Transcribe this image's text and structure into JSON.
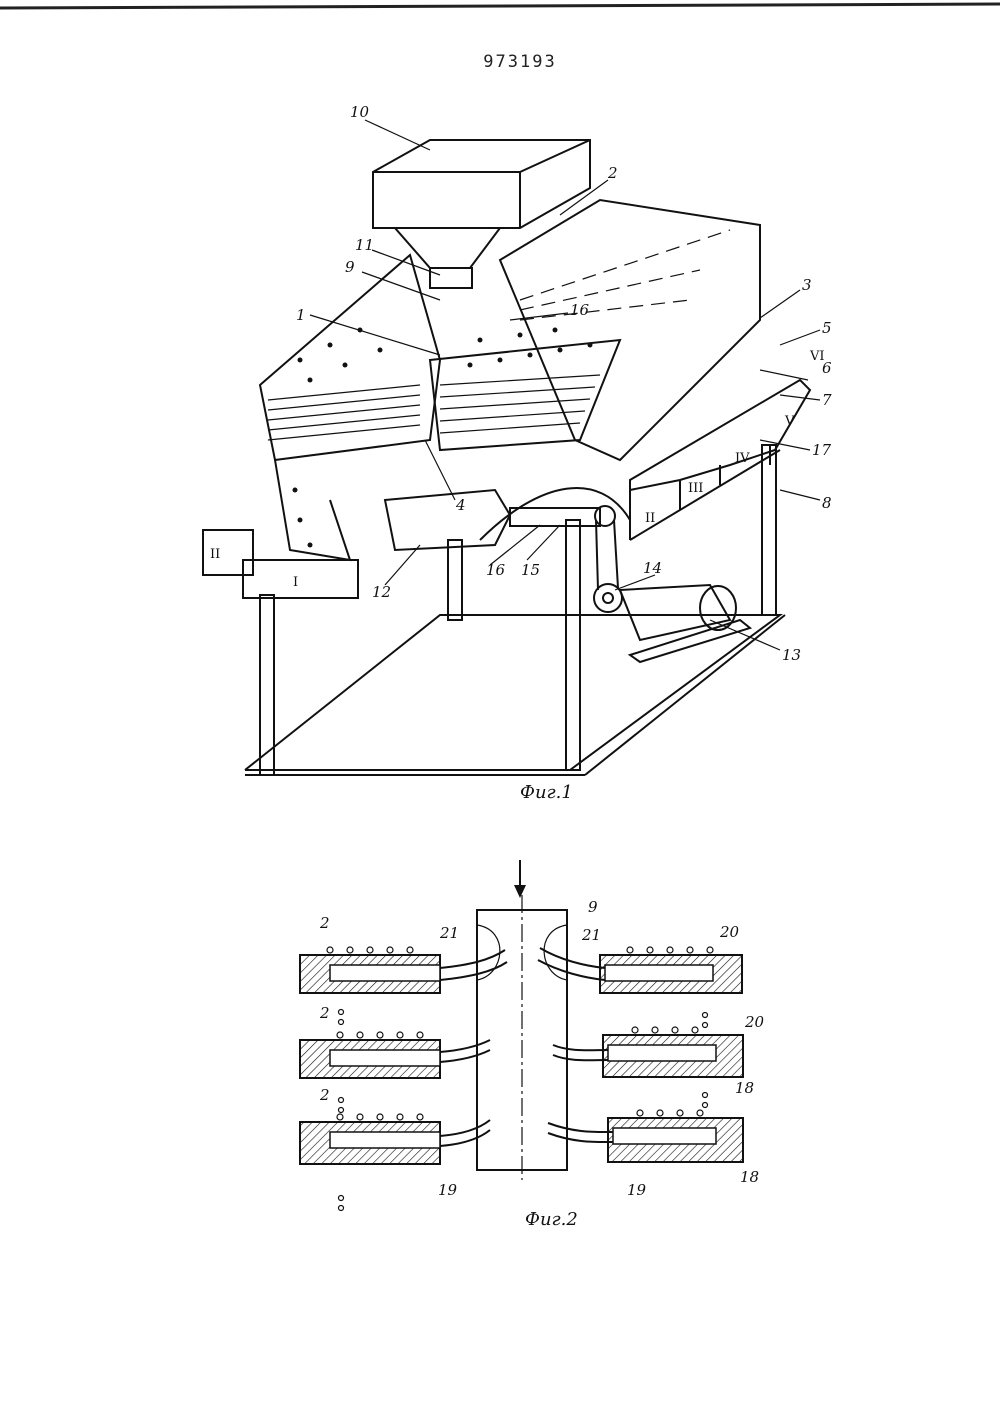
{
  "patent_number": "973193",
  "fig1": {
    "caption": "Фиг.1",
    "labels": [
      "10",
      "2",
      "11",
      "9",
      "1",
      "16",
      "3",
      "5",
      "VI",
      "6",
      "7",
      "17",
      "V",
      "IV",
      "III",
      "II",
      "II",
      "I",
      "4",
      "12",
      "16",
      "15",
      "14",
      "8",
      "13"
    ]
  },
  "fig2": {
    "caption": "Фиг.2",
    "labels": [
      "2",
      "21",
      "9",
      "21",
      "20",
      "2",
      "20",
      "2",
      "18",
      "19",
      "19",
      "18"
    ]
  }
}
